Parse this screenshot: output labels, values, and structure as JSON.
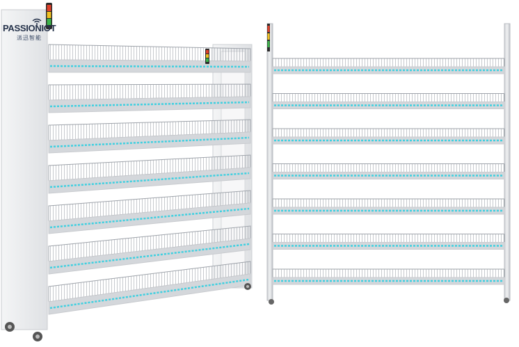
{
  "brand": {
    "name": "PASSIONIOT",
    "subtitle": "派迅智能"
  },
  "colors": {
    "frame": "#e9eaec",
    "frame_shadow": "#c9cbcf",
    "shelf_metal": "#9ea3aa",
    "shelf_light": "#d4d7db",
    "led_strip": "#3fd0e0",
    "tower_red": "#e0402a",
    "tower_yellow": "#f0c020",
    "tower_green": "#3bb34a",
    "brand_text": "#25324a"
  },
  "products": [
    {
      "view": "angled",
      "shelf_levels": 7,
      "tower_light": true
    },
    {
      "view": "front",
      "shelf_levels": 7,
      "tower_light": true
    }
  ]
}
